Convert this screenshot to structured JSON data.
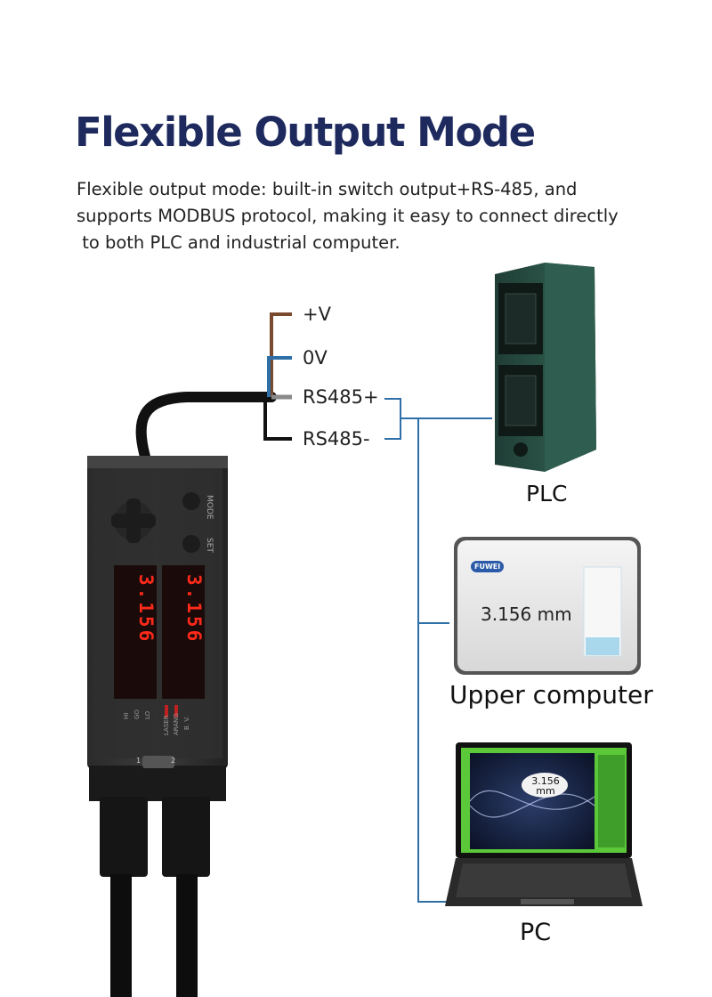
{
  "header": {
    "title": "Flexible Output Mode",
    "description_lines": [
      "Flexible output mode: built-in switch output+RS-485, and",
      "supports MODBUS protocol, making it easy to connect directly",
      " to both PLC and industrial computer."
    ]
  },
  "wires": [
    {
      "label": "+V",
      "color": "#7a4a2e"
    },
    {
      "label": "0V",
      "color": "#2e6fa8"
    },
    {
      "label": "RS485+",
      "color": "#8a8a8a"
    },
    {
      "label": "RS485-",
      "color": "#111111"
    }
  ],
  "targets": {
    "plc": {
      "caption": "PLC"
    },
    "upper_computer": {
      "caption": "Upper computer",
      "brand": "FUWEI",
      "reading": "3.156 mm"
    },
    "pc": {
      "caption": "PC",
      "reading_value": "3.156",
      "reading_unit": "mm"
    }
  },
  "sensor": {
    "display_left": "3.156",
    "display_right": "3.156",
    "button_mode": "MODE",
    "button_set": "SET",
    "leds": [
      "HI",
      "GO",
      "LO",
      "LASER",
      "ARANG",
      "B. V."
    ],
    "digit_color": "#ff2a1a",
    "port_labels": [
      "1",
      "2"
    ]
  },
  "colors": {
    "title": "#1e2a5e",
    "connector_line": "#2e6fa8",
    "pc_screen_green": "#5bc83a"
  }
}
